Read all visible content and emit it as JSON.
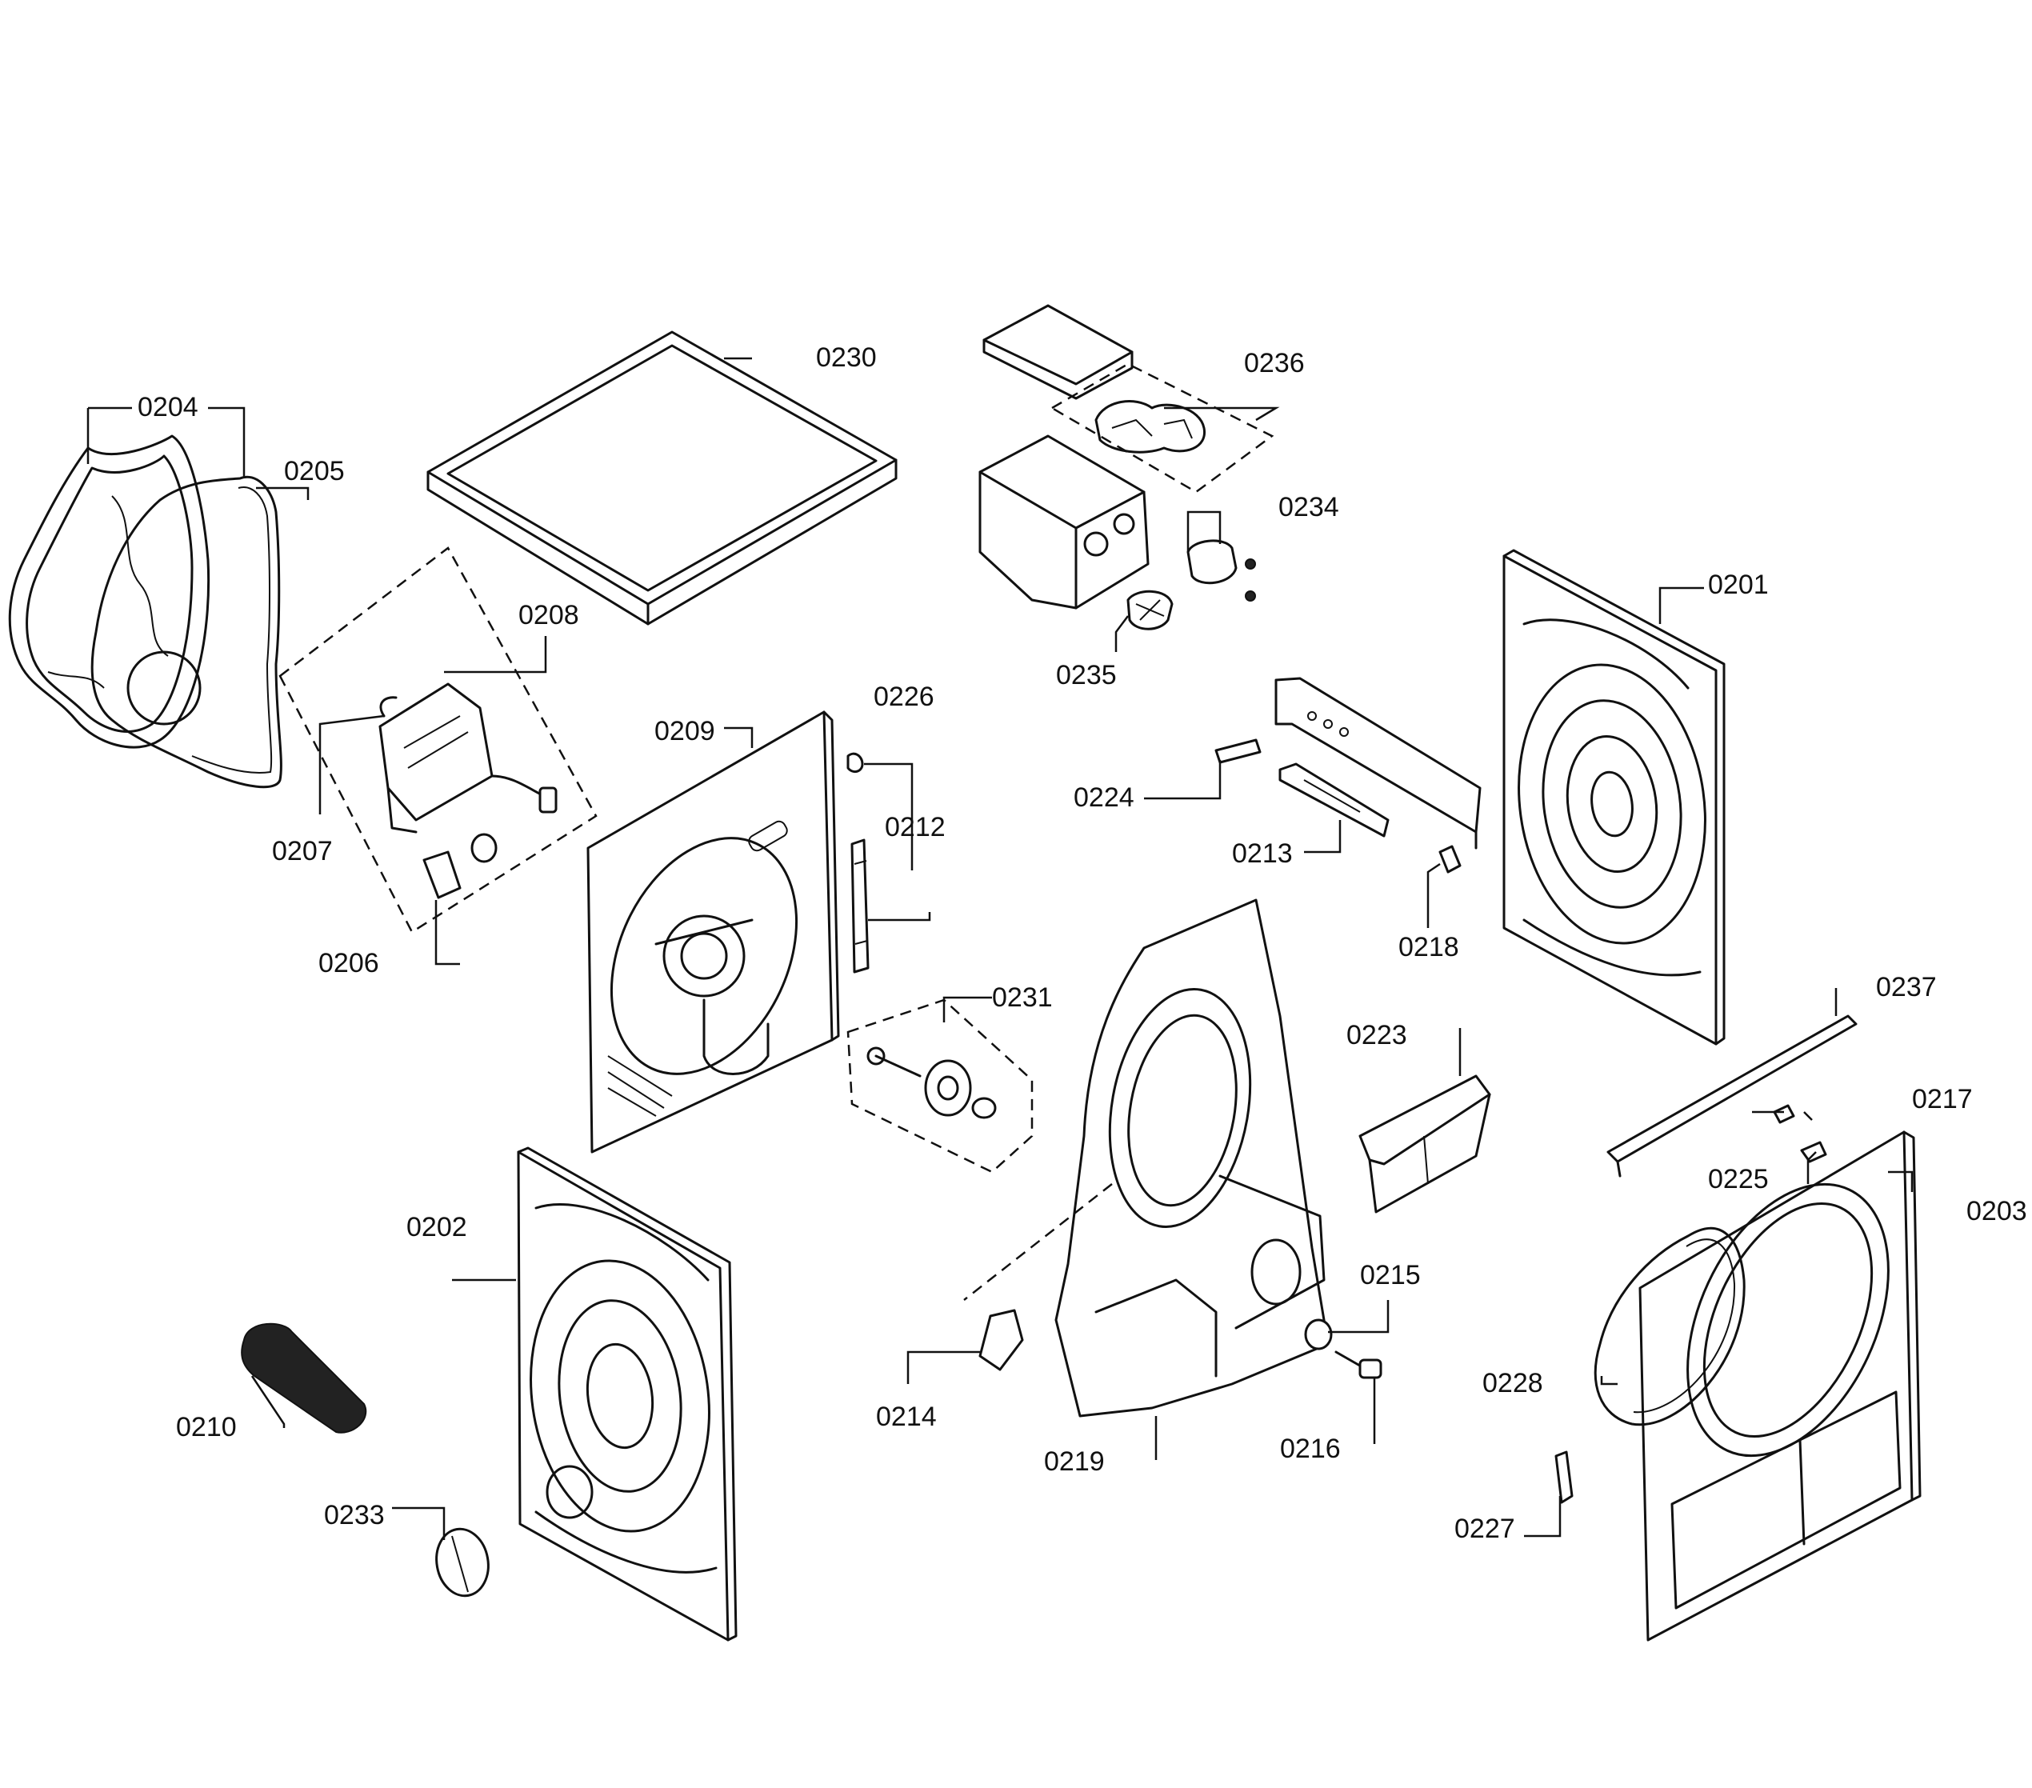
{
  "labels": {
    "p0201": "0201",
    "p0202": "0202",
    "p0203": "0203",
    "p0204": "0204",
    "p0205": "0205",
    "p0206": "0206",
    "p0207": "0207",
    "p0208": "0208",
    "p0209": "0209",
    "p0210": "0210",
    "p0212": "0212",
    "p0213": "0213",
    "p0214": "0214",
    "p0215": "0215",
    "p0216": "0216",
    "p0217": "0217",
    "p0218": "0218",
    "p0219": "0219",
    "p0223": "0223",
    "p0224": "0224",
    "p0225": "0225",
    "p0226": "0226",
    "p0227": "0227",
    "p0228": "0228",
    "p0230": "0230",
    "p0231": "0231",
    "p0233": "0233",
    "p0234": "0234",
    "p0235": "0235",
    "p0236": "0236",
    "p0237": "0237"
  }
}
